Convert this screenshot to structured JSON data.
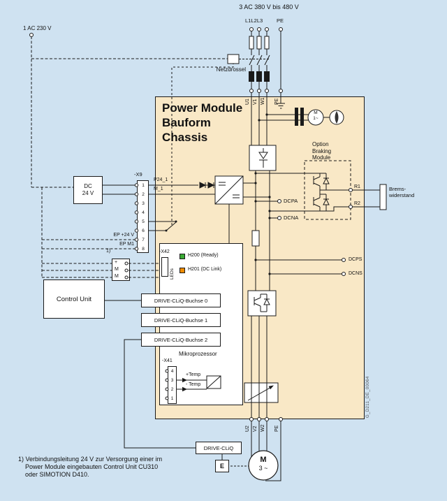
{
  "colors": {
    "page_bg": "#cfe2f1",
    "module_bg": "#f9e8c6",
    "led_ready_green": "#3aaa35",
    "led_dclink_orange": "#f08c00",
    "line": "#1a1a1a"
  },
  "top": {
    "supply_3ac": "3 AC 380 V bis 480 V",
    "phase_labels": "L1 L2 L3",
    "pe_label": "PE",
    "supply_1ac": "1 AC 230 V",
    "netzdrossel": "Netzdrossel"
  },
  "module": {
    "title": "Power Module\nBauform\nChassis",
    "in_u1": "U1",
    "in_v1": "V1",
    "in_w1": "W1",
    "in_pe": "PE",
    "out_u2": "U2",
    "out_v2": "V2",
    "out_w2": "W2",
    "out_pe": "PE",
    "fan_motor": "M\n1~",
    "doc_id": "G_D211_DE_00064"
  },
  "dc_terminals": {
    "dcpa": "DCPA",
    "dcna": "DCNA",
    "dcps": "DCPS",
    "dcns": "DCNS"
  },
  "braking": {
    "title": "Option\nBraking\nModule",
    "r1": "R1",
    "r2": "R2",
    "resistor": "Brems-\nwiderstand"
  },
  "left": {
    "dc24v": "DC\n24 V",
    "x9_label": "-X9",
    "x9_pins": "1\n2\n3\n4\n5\n6\n7\n8",
    "p24": "P24_1",
    "m1": "M_1",
    "ep_24": "EP +24 V",
    "ep_m1": "EP M1",
    "note_ref": "1)",
    "aux_plus": "+",
    "aux_m1": "M",
    "aux_m2": "M",
    "control_unit": "Control Unit"
  },
  "board": {
    "x42": "-X42",
    "leds": "LEDs",
    "h200": "H200 (Ready)",
    "h201": "H201 (DC Link)",
    "dq0": "DRIVE-CLiQ-Buchse  0",
    "dq1": "DRIVE-CLiQ-Buchse  1",
    "dq2": "DRIVE-CLiQ-Buchse  2",
    "mikro": "Mikroprozessor",
    "x41": "-X41",
    "x41_pins": "4\n3\n2\n1",
    "temp_p": "+Temp",
    "temp_m": "- Temp"
  },
  "bottom": {
    "drive_cliq": "DRIVE-CLiQ",
    "motor": "M",
    "motor_phase": "3 ~",
    "encoder": "E"
  },
  "footnote": "1) Verbindungsleitung 24 V zur Versorgung einer im\n    Power Module eingebauten Control Unit CU310\n    oder SIMOTION D410."
}
